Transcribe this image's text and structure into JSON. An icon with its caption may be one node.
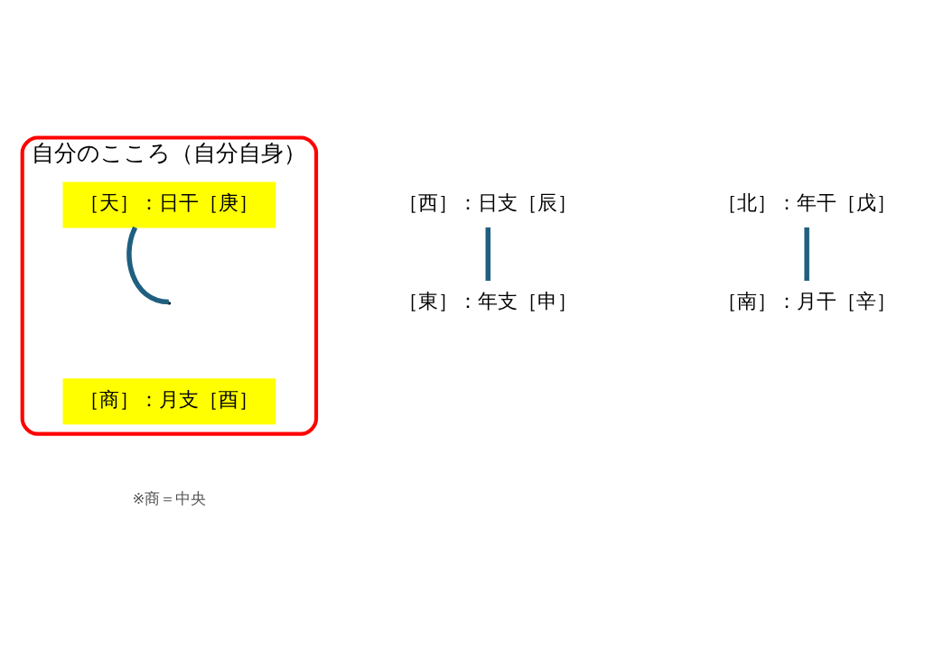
{
  "diagram": {
    "nodes": [
      {
        "text": [
          "自分のこころ（自分自身）"
        ]
      },
      {
        "text": [
          "［天］：日干［庚］"
        ],
        "in": 0
      },
      {
        "text": [
          "［西］：日支［辰］"
        ]
      },
      {
        "text": [
          "［北］：年干［戊］"
        ]
      },
      {
        "text": [
          "［商］：月支［酉］"
        ],
        "in": 0
      },
      {
        "text": [
          "［南］：月干［辛］"
        ]
      },
      {
        "text": [
          "［東］：年支［申］"
        ]
      }
    ],
    "edges": [
      {
        "from": 1,
        "to": null,
        "arrow": "none"
      },
      {
        "from": 2,
        "to": 6,
        "arrow": "none"
      },
      {
        "from": 3,
        "to": 5,
        "arrow": "none"
      }
    ],
    "labels": [
      "※商＝中央"
    ]
  }
}
